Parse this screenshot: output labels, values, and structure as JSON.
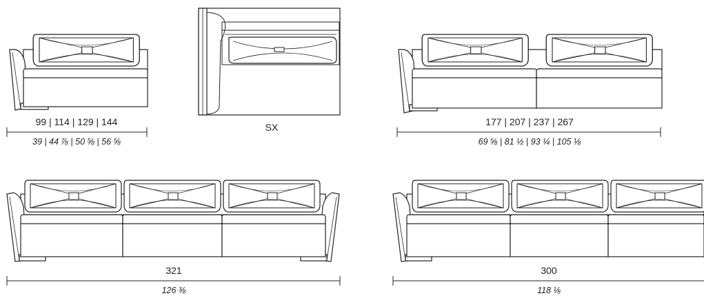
{
  "module_1": {
    "metric": "99 | 114 | 129 | 144",
    "imperial": "39 | 44 ⅞ | 50 ⅝ | 56 ⅝"
  },
  "module_plan": {
    "label": "SX"
  },
  "module_2": {
    "metric": "177 | 207 | 237 | 267",
    "imperial": "69 ⅝ | 81 ½ | 93 ¼ | 105 ⅛"
  },
  "module_3": {
    "metric": "321",
    "imperial": "126 ⅜"
  },
  "module_4": {
    "metric": "300",
    "imperial": "118 ⅛"
  }
}
